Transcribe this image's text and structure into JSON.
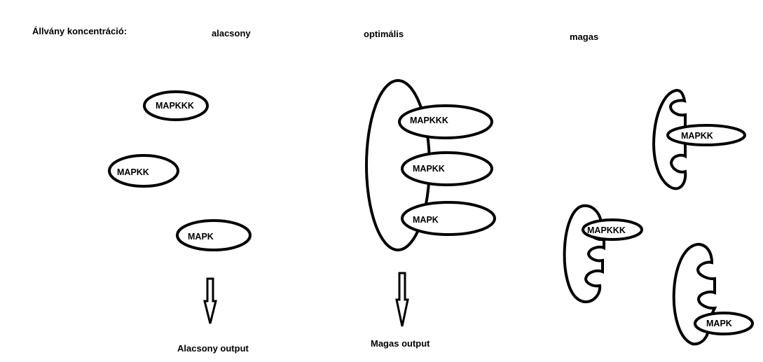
{
  "header": {
    "concentration_label": "Állvány koncentráció:",
    "col_low": "alacsony",
    "col_optimal": "optimális",
    "col_high": "magas"
  },
  "low": {
    "kinases": [
      "MAPKKK",
      "MAPKK",
      "MAPK"
    ],
    "output": "Alacsony output"
  },
  "optimal": {
    "kinases": [
      "MAPKKK",
      "MAPKK",
      "MAPK"
    ],
    "output": "Magas output"
  },
  "high": {
    "kinases": [
      "MAPKK",
      "MAPKKK",
      "MAPK"
    ]
  }
}
